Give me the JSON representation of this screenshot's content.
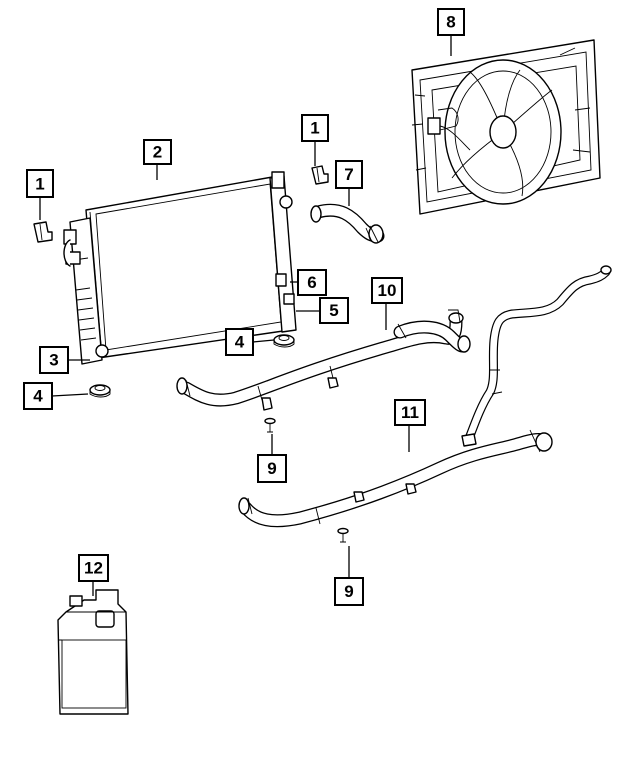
{
  "diagram": {
    "callouts": [
      {
        "id": "c1a",
        "label": "1"
      },
      {
        "id": "c1b",
        "label": "1"
      },
      {
        "id": "c2",
        "label": "2"
      },
      {
        "id": "c3",
        "label": "3"
      },
      {
        "id": "c4a",
        "label": "4"
      },
      {
        "id": "c4b",
        "label": "4"
      },
      {
        "id": "c5",
        "label": "5"
      },
      {
        "id": "c6",
        "label": "6"
      },
      {
        "id": "c7",
        "label": "7"
      },
      {
        "id": "c8",
        "label": "8"
      },
      {
        "id": "c9a",
        "label": "9"
      },
      {
        "id": "c9b",
        "label": "9"
      },
      {
        "id": "c10",
        "label": "10"
      },
      {
        "id": "c11",
        "label": "11"
      },
      {
        "id": "c12",
        "label": "12"
      }
    ]
  }
}
